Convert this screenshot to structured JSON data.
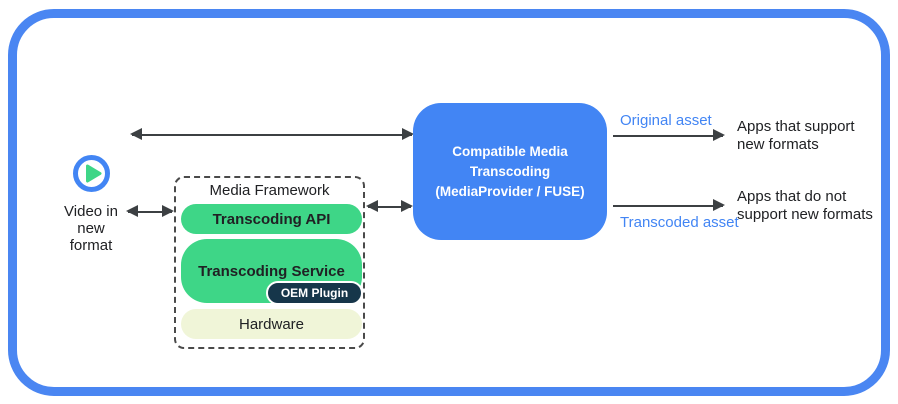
{
  "colors": {
    "frame-blue": "#4a86f2",
    "box-blue": "#4285f4",
    "label-blue": "#4285f4",
    "green": "#3ed687",
    "pale-green": "#f0f5d8",
    "navy": "#16364a",
    "arrow-gray": "#3c4043",
    "text-dark": "#202124"
  },
  "source": {
    "label": "Video in\nnew\nformat"
  },
  "framework": {
    "title": "Media Framework",
    "api_label": "Transcoding API",
    "service_label": "Transcoding Service",
    "oem_label": "OEM Plugin",
    "hardware_label": "Hardware"
  },
  "transcoder": {
    "label": "Compatible Media\nTranscoding\n(MediaProvider / FUSE)"
  },
  "outputs": {
    "original_asset_label": "Original asset",
    "transcoded_asset_label": "Transcoded asset",
    "apps_support_label": "Apps that support\nnew formats",
    "apps_no_support_label": "Apps that do not\nsupport new formats"
  }
}
